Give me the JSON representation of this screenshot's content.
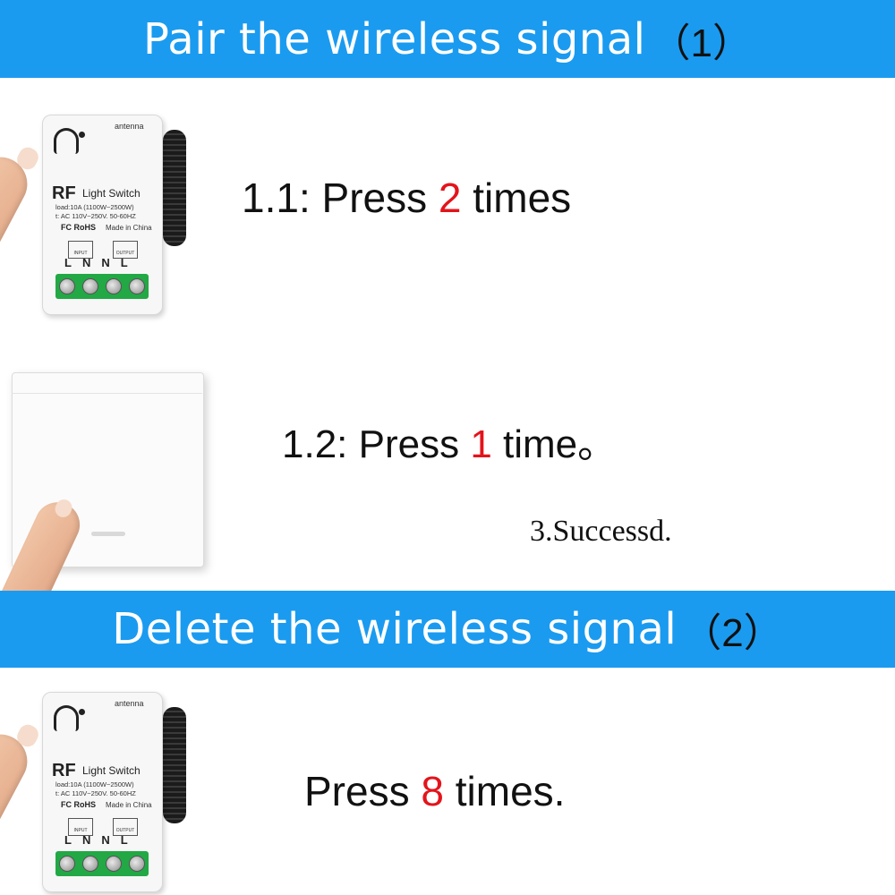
{
  "header_pair": {
    "title": "Pair the wireless signal",
    "number": "（1）"
  },
  "header_delete": {
    "title": "Delete the wireless signal",
    "number": "（2）"
  },
  "steps": {
    "step_1_1": {
      "prefix": "1.1: Press ",
      "count": "2",
      "suffix": " times"
    },
    "step_1_2": {
      "prefix": "1.2: Press ",
      "count": "1",
      "suffix": " time。"
    },
    "step_3": {
      "text": "3.Successd."
    },
    "delete_step": {
      "prefix": "Press ",
      "count": "8",
      "suffix": " times."
    }
  },
  "module_label": {
    "antenna": "antenna",
    "brand": "RF",
    "name": "Light Switch",
    "load": "load:10A (1100W~2500W)",
    "input": "t: AC 110V~250V. 50-60HZ",
    "cert": "FC RoHS",
    "made": "Made in China",
    "input_box": "INPUT",
    "output_box": "OUTPUT",
    "terminals": "LNNL"
  },
  "colors": {
    "banner": "#1a9bf0",
    "highlight": "#e3141b",
    "terminal_block": "#22a845"
  }
}
